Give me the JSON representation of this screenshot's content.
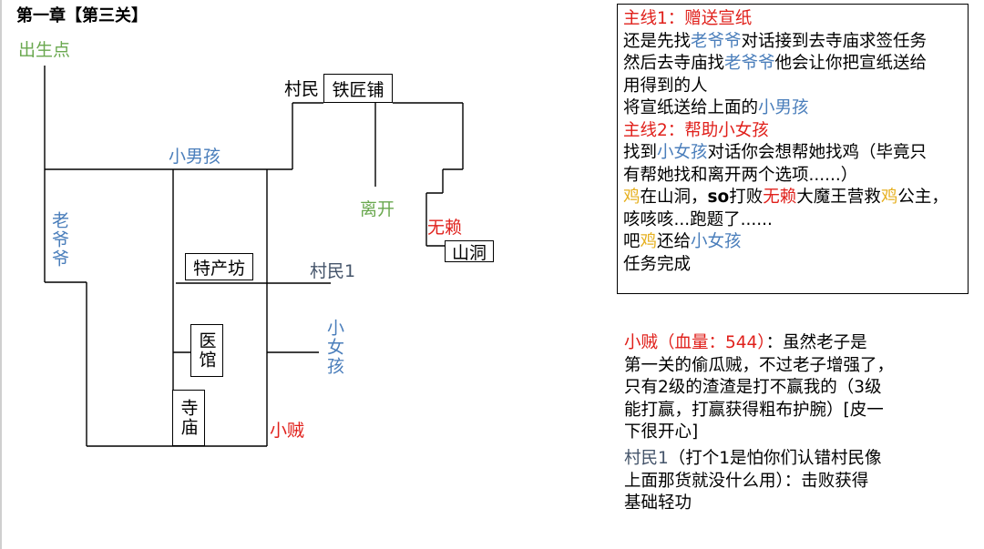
{
  "title": "第一章【第三关】",
  "colors": {
    "green": "#6aa84f",
    "blue": "#4a7ebb",
    "red": "#e0201b",
    "slate": "#44546a",
    "gold": "#e6b020"
  },
  "map": {
    "birthpoint": "出生点",
    "villager": "村民",
    "smithy": "铁匠铺",
    "little_boy": "小男孩",
    "leave": "离开",
    "rascal": "无赖",
    "cave": "山洞",
    "grandpa": "老爷爷",
    "specialty_shop": "特产坊",
    "villager1": "村民1",
    "clinic": "医馆",
    "little_girl": "小女孩",
    "temple": "寺庙",
    "thief": "小贼"
  },
  "quest": {
    "q1_title": "主线1：赠送宣纸",
    "l1": {
      "a": "还是先找",
      "b": "老爷爷",
      "c": "对话接到去寺庙求签任务"
    },
    "l2": {
      "a": "然后去寺庙找",
      "b": "老爷爷",
      "c": "他会让你把宣纸送给"
    },
    "l3": "用得到的人",
    "l4": {
      "a": "将宣纸送给上面的",
      "b": "小男孩"
    },
    "q2_title": "主线2：帮助小女孩",
    "l5": {
      "a": "找到",
      "b": "小女孩",
      "c": "对话你会想帮她找鸡（毕竟只"
    },
    "l6": "有帮她找和离开两个选项......）",
    "l7": {
      "a": "鸡",
      "b": "在山洞，",
      "c": "so",
      "d": "打败",
      "e": "无赖",
      "f": "大魔王营救",
      "g": "鸡",
      "h": "公主，"
    },
    "l8": "咳咳咳...跑题了......",
    "l9": {
      "a": "吧",
      "b": "鸡",
      "c": "还给",
      "d": "小女孩"
    },
    "l10": "任务完成"
  },
  "thief_note": {
    "name": "小贼（血量：544）",
    "rest1": "：虽然老子是",
    "l2": "第一关的偷瓜贼，不过老子增强了，",
    "l3": "只有2级的渣渣是打不赢我的（3级",
    "l4": "能打赢，打赢获得粗布护腕）[皮一",
    "l5": "下很开心]"
  },
  "villager_note": {
    "name": "村民1",
    "rest1": "（打个1是怕你们认错村民像",
    "l2": "上面那货就没什么用）：击败获得",
    "l3": "基础轻功"
  }
}
